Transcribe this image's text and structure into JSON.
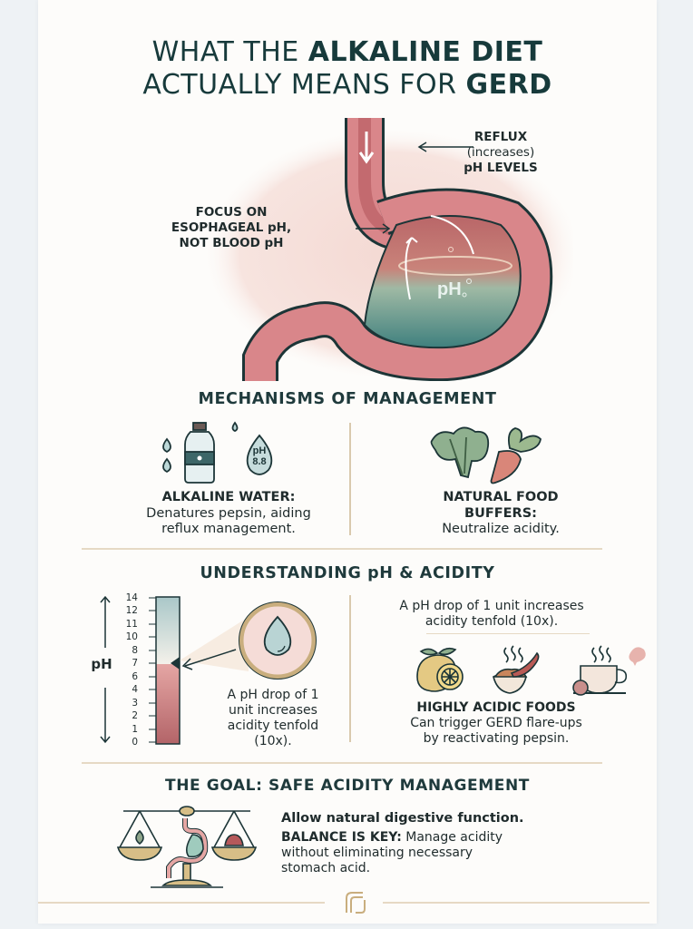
{
  "title": {
    "line1_plain": "WHAT THE ",
    "line1_bold": "ALKALINE DIET",
    "line2_plain": "ACTUALLY MEANS FOR ",
    "line2_bold": "GERD"
  },
  "hero": {
    "callout_reflux": {
      "line1": "REFLUX",
      "line2": "(increases)",
      "line3": "pH LEVELS"
    },
    "callout_focus": {
      "line1": "FOCUS ON",
      "line2": "ESOPHAGEAL pH,",
      "line3": "NOT BLOOD pH"
    },
    "stomach_label": "pH"
  },
  "mechanisms": {
    "title": "MECHANISMS OF MANAGEMENT",
    "items": [
      {
        "icon": "water-bottle-icon",
        "badge": {
          "line1": "pH",
          "line2": "8.8"
        },
        "heading": "ALKALINE WATER:",
        "text_line1": "Denatures pepsin, aiding",
        "text_line2": "reflux management."
      },
      {
        "icon": "vegetables-icon",
        "heading_line1": "NATURAL FOOD",
        "heading_line2": "BUFFERS:",
        "text_line1": "Neutralize acidity."
      }
    ]
  },
  "understanding": {
    "title": "UNDERSTANDING pH & ACIDITY",
    "scale": {
      "axis_label": "pH",
      "ticks": [
        "14",
        "12",
        "11",
        "10",
        "8",
        "7",
        "6",
        "4",
        "3",
        "2",
        "1",
        "0"
      ],
      "marker_value": "7"
    },
    "drop_note": {
      "line1": "A pH drop of 1",
      "line2": "unit increases",
      "line3": "acidity tenfold",
      "line4": "(10x)."
    },
    "right_note": {
      "line1": "A pH drop of 1 unit increases",
      "line2": "acidity tenfold (10x)."
    },
    "acidic_foods": {
      "heading": "HIGHLY ACIDIC FOODS",
      "text_line1": "Can trigger GERD flare-ups",
      "text_line2": "by reactivating pepsin."
    }
  },
  "goal": {
    "title": "THE GOAL: SAFE ACIDITY MANAGEMENT",
    "line1": "Allow natural digestive function.",
    "balance_bold": "BALANCE IS KEY:",
    "balance_text": " Manage acidity",
    "line3": "without eliminating necessary",
    "line4": "stomach acid."
  },
  "colors": {
    "title": "#173a3b",
    "accent_tan": "#d9c9ae",
    "stomach_pink": "#d9868a",
    "stomach_teal": "#4f8f8c",
    "halo": "#f6e0db"
  }
}
